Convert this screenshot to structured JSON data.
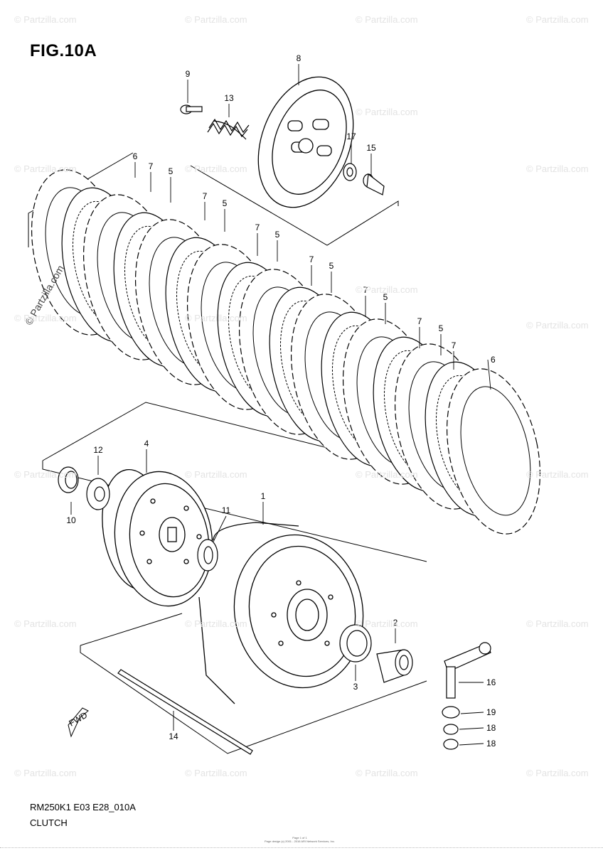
{
  "figure": {
    "title": "FIG.10A",
    "code": "RM250K1 E03 E28_010A",
    "name": "CLUTCH",
    "side_watermark": "© Partzilla.com",
    "watermark_text": "© Partzilla.com",
    "footer_line1": "Page 1 of 1",
    "footer_line2": "Page design (c) 2001 - 2016 ARI Network Services, Inc."
  },
  "callouts": [
    {
      "id": "c8",
      "label": "8"
    },
    {
      "id": "c9",
      "label": "9"
    },
    {
      "id": "c13",
      "label": "13"
    },
    {
      "id": "c17",
      "label": "17"
    },
    {
      "id": "c15",
      "label": "15"
    },
    {
      "id": "c6a",
      "label": "6"
    },
    {
      "id": "c7a",
      "label": "7"
    },
    {
      "id": "c5a",
      "label": "5"
    },
    {
      "id": "c7b",
      "label": "7"
    },
    {
      "id": "c5b",
      "label": "5"
    },
    {
      "id": "c7c",
      "label": "7"
    },
    {
      "id": "c5c",
      "label": "5"
    },
    {
      "id": "c7d",
      "label": "7"
    },
    {
      "id": "c5d",
      "label": "5"
    },
    {
      "id": "c7e",
      "label": "7"
    },
    {
      "id": "c5e",
      "label": "5"
    },
    {
      "id": "c7f",
      "label": "7"
    },
    {
      "id": "c5f",
      "label": "5"
    },
    {
      "id": "c7g",
      "label": "7"
    },
    {
      "id": "c6b",
      "label": "6"
    },
    {
      "id": "c4",
      "label": "4"
    },
    {
      "id": "c12",
      "label": "12"
    },
    {
      "id": "c10",
      "label": "10"
    },
    {
      "id": "c11",
      "label": "11"
    },
    {
      "id": "c1",
      "label": "1"
    },
    {
      "id": "c2",
      "label": "2"
    },
    {
      "id": "c3",
      "label": "3"
    },
    {
      "id": "c16",
      "label": "16"
    },
    {
      "id": "c19",
      "label": "19"
    },
    {
      "id": "c18a",
      "label": "18"
    },
    {
      "id": "c18b",
      "label": "18"
    },
    {
      "id": "c14",
      "label": "14"
    }
  ],
  "icons": {
    "forward_arrow": "fwd-arrow-icon",
    "forward_text": "FWD"
  }
}
